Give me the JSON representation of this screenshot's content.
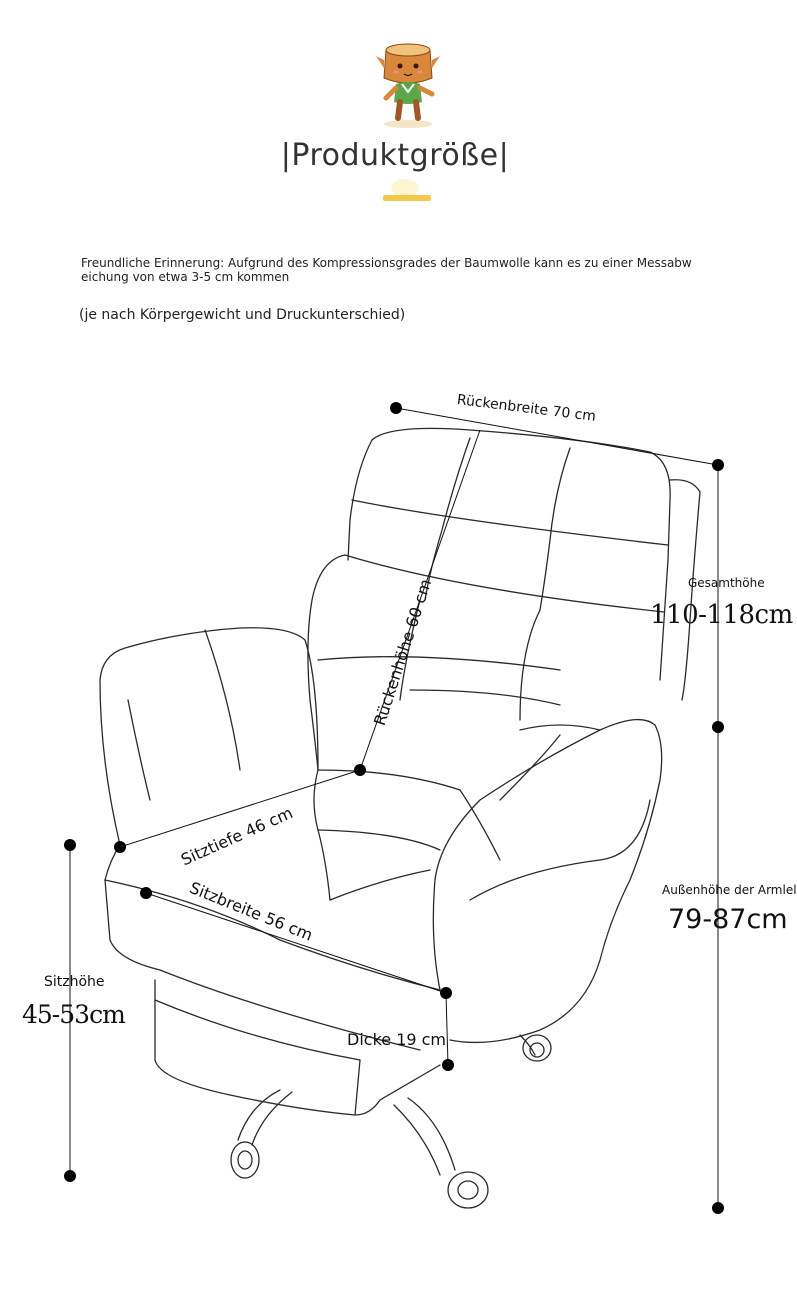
{
  "header": {
    "title": "|Produktgröße|",
    "mascot_icon": "tree-stump-mascot-icon",
    "accent_color": "#f2c94c"
  },
  "notes": {
    "reminder": "Freundliche Erinnerung: Aufgrund des Kompressionsgrades der Baumwolle kann es zu einer Messabw eichung von etwa 3-5 cm kommen",
    "weight_note": "(je nach Körpergewicht und Druckunterschied)"
  },
  "dimensions": {
    "back_width": "Rückenbreite 70 cm",
    "back_height": "Rückenhöhe 60 cm",
    "seat_depth": "Sitztiefe 46 cm",
    "seat_width": "Sitzbreite 56 cm",
    "thickness": "Dicke 19 cm",
    "total_height_title": "Gesamthöhe",
    "total_height_value": "110-118cm",
    "armrest_title": "Außenhöhe der Armlel",
    "armrest_value": "79-87cm",
    "seat_height_title": "Sitzhöhe",
    "seat_height_value": "45-53cm"
  }
}
